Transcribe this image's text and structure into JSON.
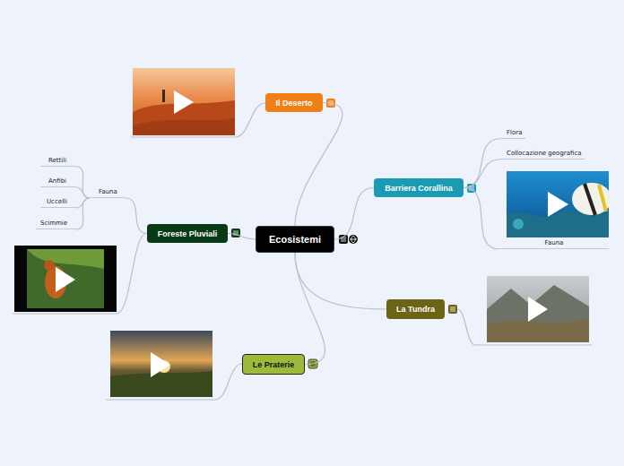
{
  "diagram": {
    "nodes": [
      {
        "text": [
          "Ecosistemi"
        ]
      },
      {
        "text": [
          "Il Deserto"
        ]
      },
      {
        "text": [
          "Barriera Corallina"
        ]
      },
      {
        "text": [
          "Flora"
        ]
      },
      {
        "text": [
          "Collocazione geografica"
        ]
      },
      {
        "text": [
          "Fauna"
        ]
      },
      {
        "text": [
          "Foreste Pluviali"
        ]
      },
      {
        "text": [
          "Fauna"
        ]
      },
      {
        "text": [
          "Rettili"
        ]
      },
      {
        "text": [
          "Anfibi"
        ]
      },
      {
        "text": [
          "Uccelli"
        ]
      },
      {
        "text": [
          "Scimmie"
        ]
      },
      {
        "text": [
          "La Tundra"
        ]
      },
      {
        "text": [
          "Le Praterie"
        ]
      }
    ],
    "edges": [
      {
        "from": 0,
        "to": 1,
        "arrow": "none"
      },
      {
        "from": 0,
        "to": 2,
        "arrow": "none"
      },
      {
        "from": 2,
        "to": 3,
        "arrow": "none"
      },
      {
        "from": 2,
        "to": 4,
        "arrow": "none"
      },
      {
        "from": 2,
        "to": 5,
        "arrow": "none"
      },
      {
        "from": 0,
        "to": 6,
        "arrow": "none"
      },
      {
        "from": 6,
        "to": 7,
        "arrow": "none"
      },
      {
        "from": 7,
        "to": 8,
        "arrow": "none"
      },
      {
        "from": 7,
        "to": 9,
        "arrow": "none"
      },
      {
        "from": 7,
        "to": 10,
        "arrow": "none"
      },
      {
        "from": 7,
        "to": 11,
        "arrow": "none"
      },
      {
        "from": 0,
        "to": 12,
        "arrow": "none"
      },
      {
        "from": 0,
        "to": 13,
        "arrow": "none"
      }
    ]
  }
}
